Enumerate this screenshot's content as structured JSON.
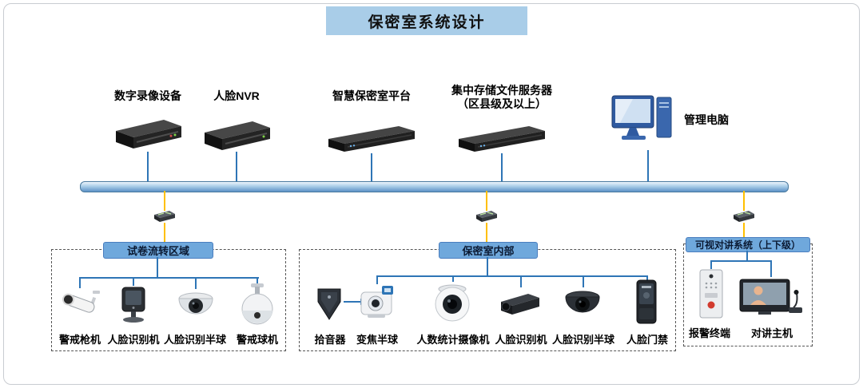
{
  "title": "保密室系统设计",
  "colors": {
    "title_bg": "#A9CDE8",
    "group_label_bg": "#6FA8DC",
    "link_blue": "#2E75B6",
    "link_yellow": "#FFC000",
    "bus_blue": "#5D92C6"
  },
  "top_devices": [
    {
      "label": "数字录像设备",
      "icon": "dvr-icon"
    },
    {
      "label": "人脸NVR",
      "icon": "nvr-icon"
    },
    {
      "label": "智慧保密室平台",
      "icon": "rack-server-icon"
    },
    {
      "label": "集中存储文件服务器",
      "label2": "（区县级及以上）",
      "icon": "rack-server-icon"
    },
    {
      "label": "管理电脑",
      "icon": "desktop-computer-icon"
    }
  ],
  "groups": [
    {
      "label": "试卷流转区域",
      "devices": [
        {
          "label": "警戒枪机",
          "icon": "bullet-camera-icon"
        },
        {
          "label": "人脸识别机",
          "icon": "face-recognition-terminal-icon"
        },
        {
          "label": "人脸识别半球",
          "icon": "dome-camera-icon"
        },
        {
          "label": "警戒球机",
          "icon": "ptz-camera-icon"
        }
      ]
    },
    {
      "label": "保密室内部",
      "devices": [
        {
          "label": "拾音器",
          "icon": "audio-pickup-icon"
        },
        {
          "label": "变焦半球",
          "icon": "zoom-dome-camera-icon"
        },
        {
          "label": "人数统计摄像机",
          "icon": "people-counting-camera-icon"
        },
        {
          "label": "人脸识别机",
          "icon": "face-recognition-camera-icon"
        },
        {
          "label": "人脸识别半球",
          "icon": "dome-camera-icon"
        },
        {
          "label": "人脸门禁",
          "icon": "face-access-control-icon"
        }
      ]
    },
    {
      "label": "可视对讲系统（上下级）",
      "devices": [
        {
          "label": "报警终端",
          "icon": "alarm-terminal-icon"
        },
        {
          "label": "对讲主机",
          "icon": "intercom-host-icon"
        }
      ]
    }
  ]
}
